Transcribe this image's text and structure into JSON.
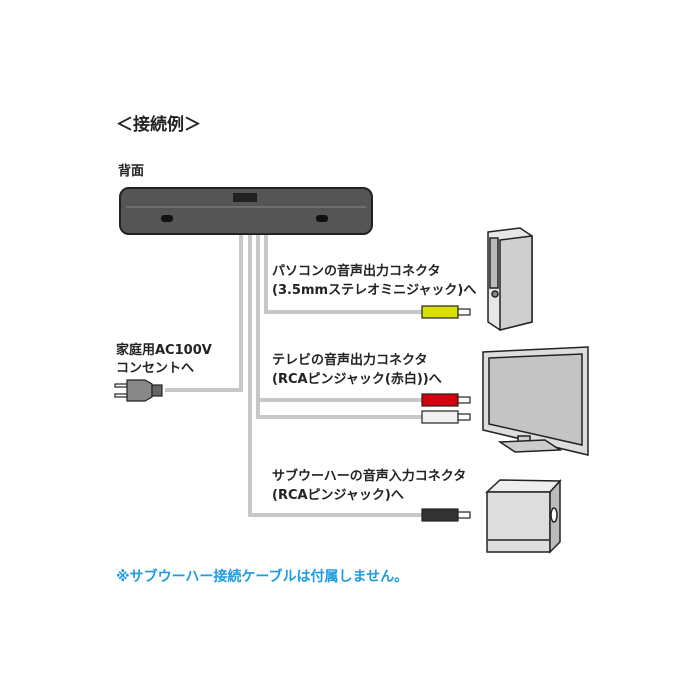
{
  "title": "＜接続例＞",
  "rear_label": "背面",
  "connections": {
    "pc": {
      "line1": "パソコンの音声出力コネクタ",
      "line2": "(3.5mmステレオミニジャック)へ",
      "plug_color": "#d8e000"
    },
    "power": {
      "line1": "家庭用AC100V",
      "line2": "コンセントへ"
    },
    "tv": {
      "line1": "テレビの音声出力コネクタ",
      "line2": "(RCAピンジャック(赤白))へ",
      "plug_colors": [
        "#d40010",
        "#f2f2f2"
      ]
    },
    "subwoofer": {
      "line1": "サブウーハーの音声入力コネクタ",
      "line2": "(RCAピンジャック)へ",
      "plug_color": "#333333"
    }
  },
  "note": "※サブウーハー接続ケーブルは付属しません。",
  "colors": {
    "note": "#1e9be0",
    "cable": "#c8c8c8",
    "speaker": "#555555"
  }
}
